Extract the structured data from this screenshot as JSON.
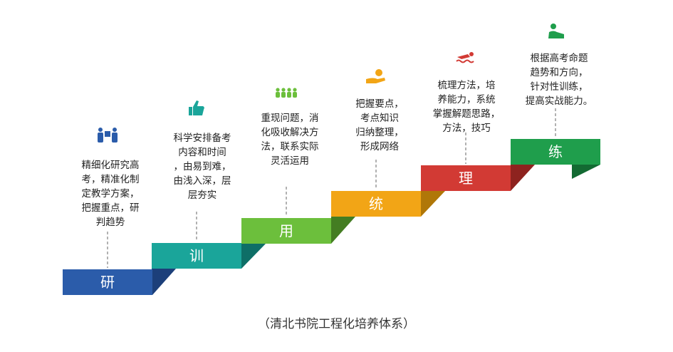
{
  "steps": [
    {
      "label": "研",
      "color": "#2b5caa",
      "shadow": "#1c3f7a",
      "icon": "team-meeting-icon",
      "description": "精细化研究高\n考，精准化制\n定教学方案，\n把握重点，研\n判趋势"
    },
    {
      "label": "训",
      "color": "#1aa59a",
      "shadow": "#0e6f67",
      "icon": "thumbs-up-icon",
      "description": "科学安排备考\n内容和时间\n，由易到难，\n由浅入深，层\n层夯实"
    },
    {
      "label": "用",
      "color": "#6cbf3c",
      "shadow": "#447d22",
      "icon": "group-icon",
      "description": "重现问题，消\n化吸收解决方\n法，联系实际\n灵活运用"
    },
    {
      "label": "统",
      "color": "#f2a516",
      "shadow": "#b07708",
      "icon": "hand-coin-icon",
      "description": "把握要点，\n考点知识\n归纳整理，\n形成网络"
    },
    {
      "label": "理",
      "color": "#d23a34",
      "shadow": "#8e231f",
      "icon": "swimmer-icon",
      "description": "梳理方法，培\n养能力，系统\n掌握解题思路，\n方法，技巧"
    },
    {
      "label": "练",
      "color": "#1f9e4c",
      "shadow": "#136a32",
      "icon": "reader-icon",
      "description": "根据高考命题\n趋势和方向，\n针对性训练，\n提高实战能力。"
    }
  ],
  "caption": "（清北书院工程化培养体系）"
}
